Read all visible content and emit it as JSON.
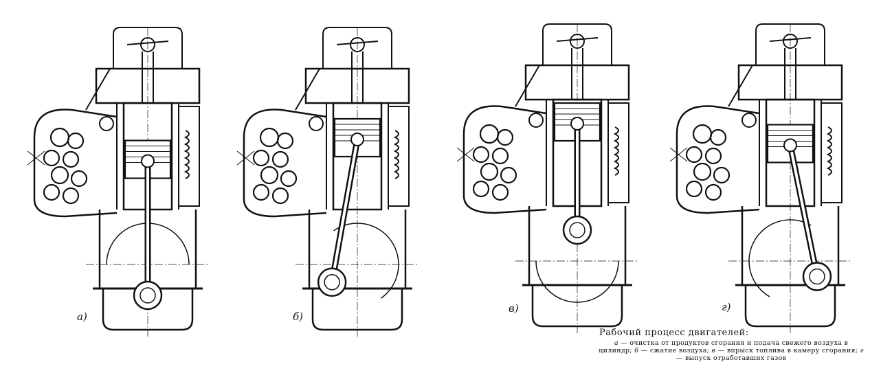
{
  "figure": {
    "labels": [
      "а)",
      "б)",
      "в)",
      "г)"
    ],
    "caption_title": "Рабочий процесс двигателей:",
    "caption_items": [
      {
        "key": "а",
        "text": "очистка от продуктов сгорания и подача свежего воздуха в цилиндр;"
      },
      {
        "key": "б",
        "text": "сжатие воздуха;"
      },
      {
        "key": "в",
        "text": "впрыск топлива в камеру сгорания;"
      },
      {
        "key": "г",
        "text": "выпуск отработавших газов"
      }
    ],
    "piston_positions": [
      0.55,
      0.2,
      0.0,
      0.35
    ],
    "crank_angles_deg": [
      180,
      235,
      0,
      120
    ]
  }
}
